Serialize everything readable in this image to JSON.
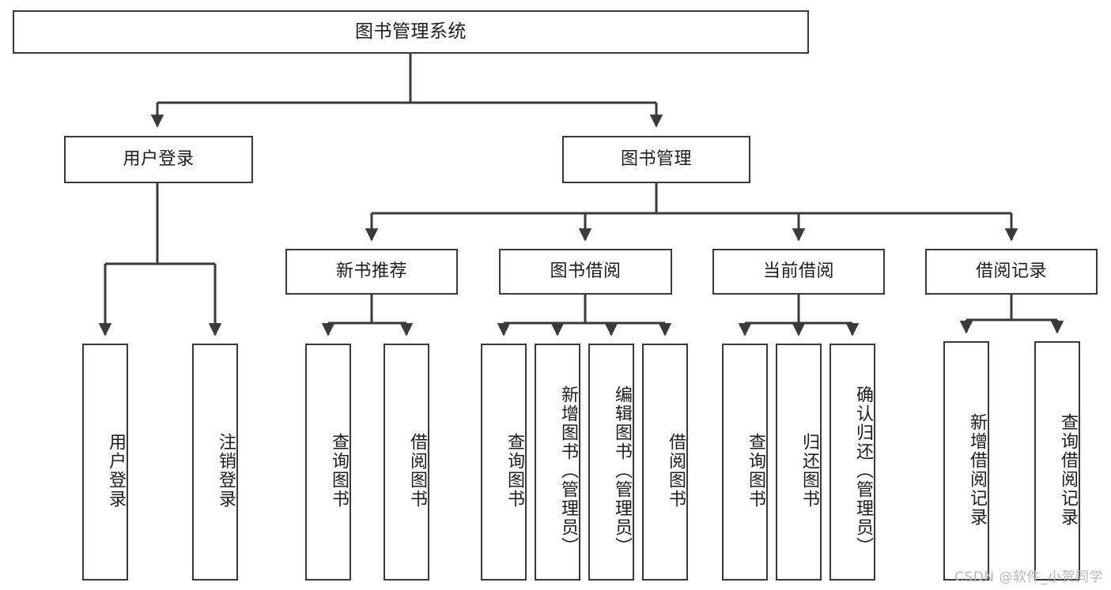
{
  "diagram": {
    "type": "tree",
    "title": "图书管理系统",
    "root": {
      "id": "root",
      "label": "图书管理系统"
    },
    "level1": [
      {
        "id": "user-login",
        "label": "用户登录"
      },
      {
        "id": "book-manage",
        "label": "图书管理"
      }
    ],
    "level2": [
      {
        "id": "new-book-recommend",
        "label": "新书推荐",
        "parent": "book-manage"
      },
      {
        "id": "book-borrow",
        "label": "图书借阅",
        "parent": "book-manage"
      },
      {
        "id": "current-borrow",
        "label": "当前借阅",
        "parent": "book-manage"
      },
      {
        "id": "borrow-record",
        "label": "借阅记录",
        "parent": "book-manage"
      }
    ],
    "leaves": [
      {
        "id": "leaf-user-login",
        "label": "用户登录",
        "parent": "user-login"
      },
      {
        "id": "leaf-user-logout",
        "label": "注销登录",
        "parent": "user-login"
      },
      {
        "id": "leaf-query-book-1",
        "label": "查询图书",
        "parent": "new-book-recommend"
      },
      {
        "id": "leaf-borrow-book-1",
        "label": "借阅图书",
        "parent": "new-book-recommend"
      },
      {
        "id": "leaf-query-book-2",
        "label": "查询图书",
        "parent": "book-borrow"
      },
      {
        "id": "leaf-add-book",
        "label": "新增图书（管理员）",
        "parent": "book-borrow"
      },
      {
        "id": "leaf-edit-book",
        "label": "编辑图书（管理员）",
        "parent": "book-borrow"
      },
      {
        "id": "leaf-borrow-book-2",
        "label": "借阅图书",
        "parent": "book-borrow"
      },
      {
        "id": "leaf-query-book-3",
        "label": "查询图书",
        "parent": "current-borrow"
      },
      {
        "id": "leaf-return-book",
        "label": "归还图书",
        "parent": "current-borrow"
      },
      {
        "id": "leaf-confirm-return",
        "label": "确认归还（管理员）",
        "parent": "current-borrow"
      },
      {
        "id": "leaf-add-record",
        "label": "新增借阅记录",
        "parent": "borrow-record"
      },
      {
        "id": "leaf-query-record",
        "label": "查询借阅记录",
        "parent": "borrow-record"
      }
    ],
    "colors": {
      "box_border": "#3a3a3a",
      "box_fill": "#ffffff",
      "connector": "#3a3a3a",
      "text": "#1d1d1d",
      "watermark": "#b9b9b9",
      "background": "#ffffff"
    }
  },
  "watermark": {
    "text": "CSDN @软件_小贺同学"
  }
}
